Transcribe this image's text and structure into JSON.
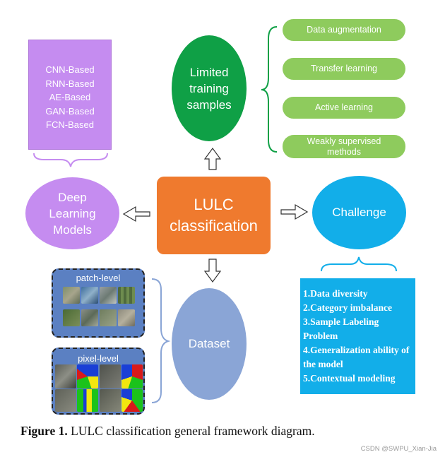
{
  "deep_learning_list": [
    "CNN-Based",
    "RNN-Based",
    "AE-Based",
    "GAN-Based",
    "FCN-Based"
  ],
  "nodes": {
    "limited_training": [
      "Limited",
      "training",
      "samples"
    ],
    "deep_learning": [
      "Deep",
      "Learning",
      "Models"
    ],
    "center": [
      "LULC",
      "classification"
    ],
    "challenge": "Challenge",
    "dataset": "Dataset"
  },
  "sample_methods": [
    "Data augmentation",
    "Transfer learning",
    "Active learning",
    "Weakly supervised methods"
  ],
  "challenges": [
    "1.Data diversity",
    "2.Category imbalance",
    "3.Sample Labeling Problem",
    "4.Generalization ability of the model",
    "5.Contextual modeling"
  ],
  "dataset_panels": {
    "patch": "patch-level",
    "pixel": "pixel-level"
  },
  "caption": {
    "label": "Figure 1.",
    "text": " LULC classification general framework diagram."
  },
  "watermark": "CSDN @SWPU_Xian-Jia",
  "colors": {
    "green_ellipse": "#0fa046",
    "green_pill": "#8ecb5d",
    "purple": "#c58cf0",
    "orange": "#ef7a2e",
    "cyan": "#12aee9",
    "dataset_blue": "#8aa5d6"
  }
}
